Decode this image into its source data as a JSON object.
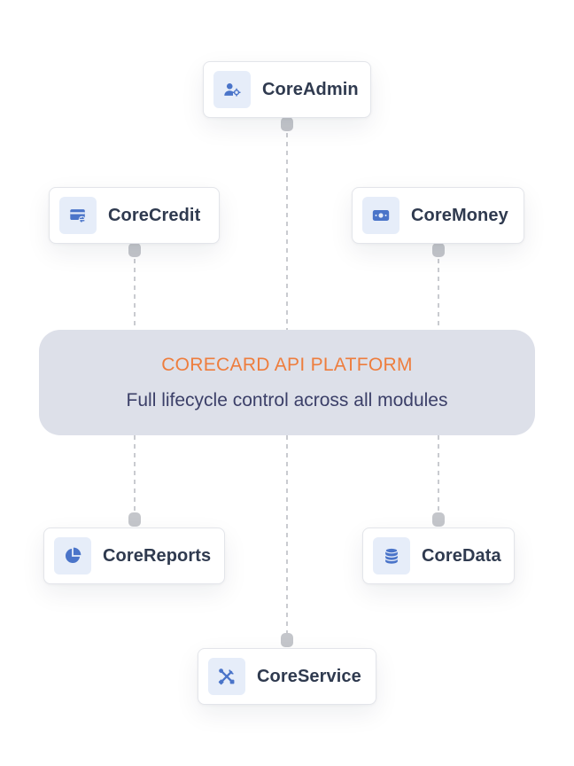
{
  "platform": {
    "title": "CORECARD API PLATFORM",
    "subtitle": "Full lifecycle control across all modules"
  },
  "modules": [
    {
      "id": "core-admin",
      "label": "CoreAdmin",
      "icon": "user-gear-icon"
    },
    {
      "id": "core-credit",
      "label": "CoreCredit",
      "icon": "credit-card-icon"
    },
    {
      "id": "core-money",
      "label": "CoreMoney",
      "icon": "banknote-icon"
    },
    {
      "id": "core-reports",
      "label": "CoreReports",
      "icon": "pie-chart-icon"
    },
    {
      "id": "core-data",
      "label": "CoreData",
      "icon": "database-icon"
    },
    {
      "id": "core-service",
      "label": "CoreService",
      "icon": "tools-icon"
    }
  ],
  "colors": {
    "accent_orange": "#ee7d3d",
    "subtitle_navy": "#3b3f68",
    "icon_blue": "#4a74c9",
    "icon_bg": "#e6edf9",
    "platform_bg": "#dde0e9",
    "connector": "#c7c9ce"
  }
}
